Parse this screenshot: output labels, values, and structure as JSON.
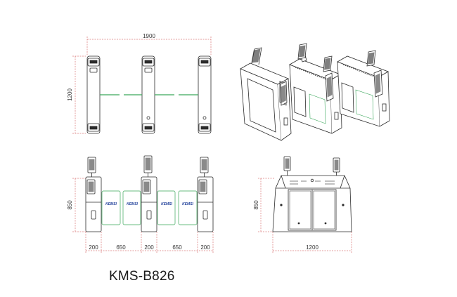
{
  "model_label": "KMS-B826",
  "top_view": {
    "width_dim": "1900",
    "depth_dim": "1200"
  },
  "front_view": {
    "height_dim": "850",
    "segments": [
      "200",
      "650",
      "200",
      "650",
      "200"
    ],
    "panel_logo": "KEMSI"
  },
  "side_view": {
    "height_dim": "850",
    "width_dim": "1200"
  },
  "colors": {
    "dimension": "#c83a3a",
    "glass": "#3aa65a",
    "outline": "#2b2b2b",
    "logo": "#1f3f99"
  }
}
